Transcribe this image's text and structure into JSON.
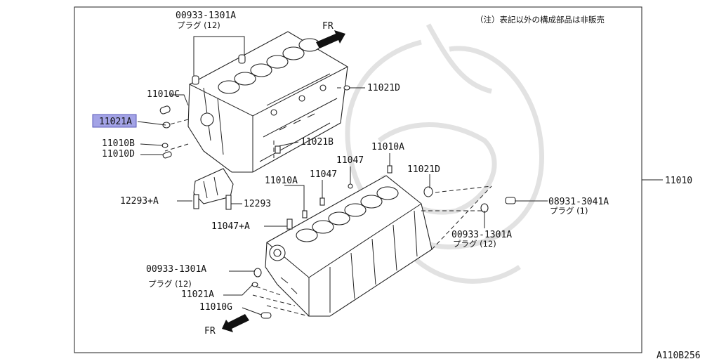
{
  "note": "（注）表記以外の構成部品は非販売",
  "labels": {
    "plug_top_pn": "00933-1301A",
    "plug_top_name": "プラグ (12)",
    "fr_top": "FR",
    "p11010C": "11010C",
    "p11021A_highlight": "11021A",
    "p11010B": "11010B",
    "p11010D": "11010D",
    "p11021D_top": "11021D",
    "p11021B": "11021B",
    "p11010A_mid": "11010A",
    "p11047_upper": "11047",
    "p11047_mid": "11047",
    "p11010A_left": "11010A",
    "p11021D_mid": "11021D",
    "p12293A": "12293+A",
    "p12293": "12293",
    "p11047A": "11047+A",
    "assembly": "11010",
    "plug_right_pn": "08931-3041A",
    "plug_right_name": "プラグ (1)",
    "plug_mid_pn": "00933-1301A",
    "plug_mid_name": "プラグ (12)",
    "plug_low_pn": "00933-1301A",
    "plug_low_name": "プラグ (12)",
    "p11021A_low": "11021A",
    "p11010G": "11010G",
    "fr_bottom": "FR",
    "figure_code": "A110B256"
  },
  "colors": {
    "highlight_fill": "#a3a3e6",
    "highlight_stroke": "#5a5ab8",
    "watermark": "#e2e2e2"
  },
  "icons": [
    "fr-arrow-icon",
    "watermark-emblem"
  ]
}
